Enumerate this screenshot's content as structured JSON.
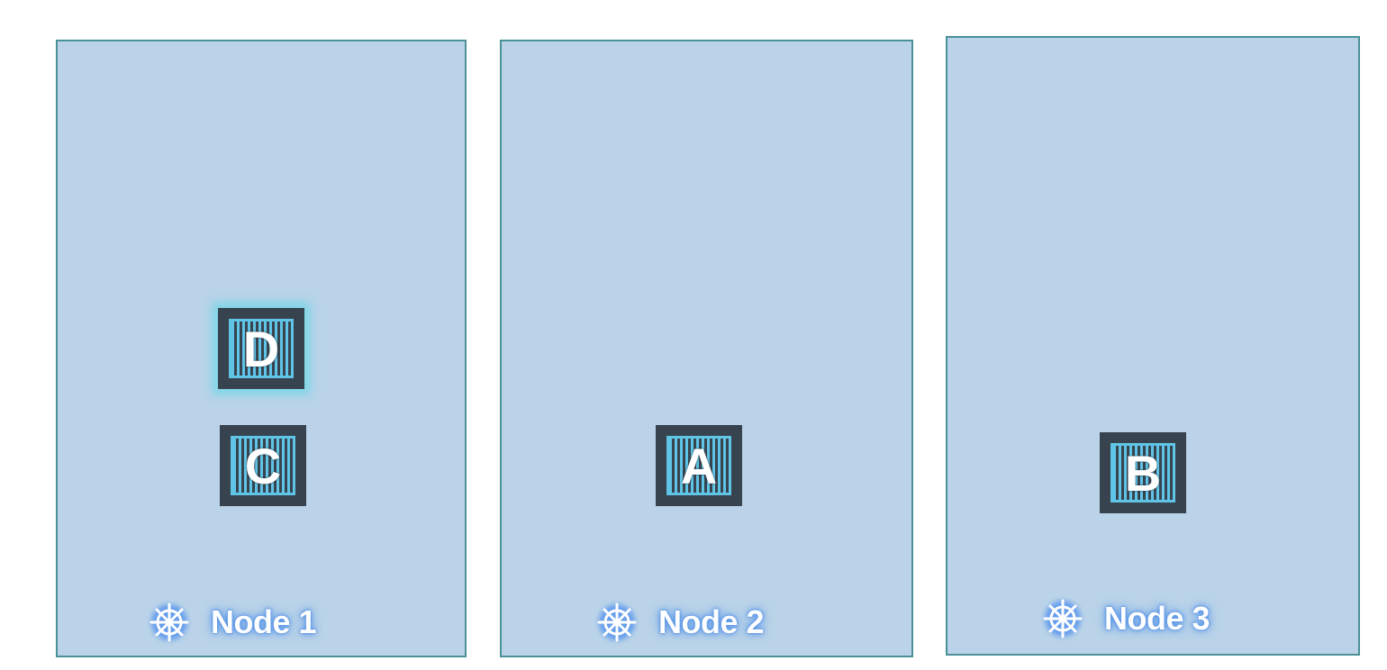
{
  "nodes": [
    {
      "label": "Node 1",
      "icon": "helm-wheel-icon",
      "pods": [
        "D",
        "C"
      ]
    },
    {
      "label": "Node 2",
      "icon": "helm-wheel-icon",
      "pods": [
        "A"
      ]
    },
    {
      "label": "Node 3",
      "icon": "helm-wheel-icon",
      "pods": [
        "B"
      ]
    }
  ],
  "pods": {
    "d": {
      "letter": "D",
      "highlighted": true
    },
    "c": {
      "letter": "C",
      "highlighted": false
    },
    "a": {
      "letter": "A",
      "highlighted": false
    },
    "b": {
      "letter": "B",
      "highlighted": false
    }
  },
  "colors": {
    "node_fill": "#bad3e8",
    "node_border": "#4a9298",
    "pod_dark": "#37444f",
    "pod_accent": "#5fc4e6",
    "highlight_glow": "#6ed7e8",
    "label_glow": "#5b98ee"
  }
}
